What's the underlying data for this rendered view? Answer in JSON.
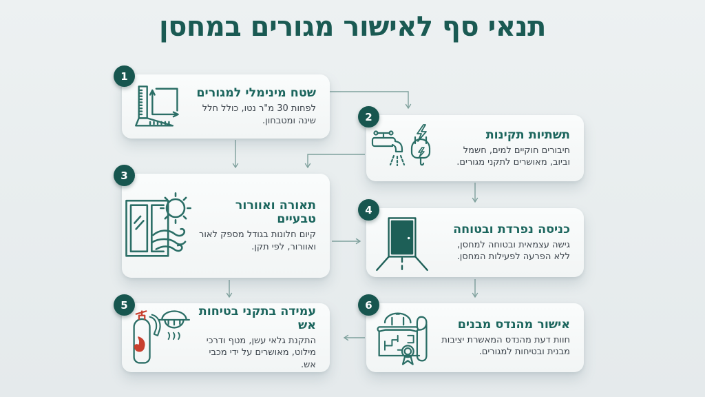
{
  "page": {
    "title": "תנאי סף לאישור מגורים במחסן",
    "background_color": "#e8edee",
    "title_color": "#1a5a53",
    "accent_teal": "#1b655d",
    "badge_color": "#17564f",
    "arrow_color": "#7fa19d",
    "red_accent": "#c8402f"
  },
  "cards": [
    {
      "number": "1",
      "title": "שטח מינימלי למגורים",
      "body": "לפחות 30 מ\"ר נטו, כולל חלל שינה ומטבחון.",
      "icon": "area-ruler-icon"
    },
    {
      "number": "2",
      "title": "תשתיות תקינות",
      "body": "חיבורים חוקיים למים, חשמל וביוב, מאושרים לתקני מגורים.",
      "icon": "faucet-plug-icon"
    },
    {
      "number": "3",
      "title": "תאורה ואוורור טבעיים",
      "body": "קיום חלונות בגודל מספק לאור ואוורור, לפי תקן.",
      "icon": "window-sun-wind-icon"
    },
    {
      "number": "4",
      "title": "כניסה נפרדת ובטוחה",
      "body": "גישה עצמאית ובטוחה למחסן, ללא הפרעה לפעילות המחסן.",
      "icon": "door-path-icon"
    },
    {
      "number": "5",
      "title": "עמידה בתקני בטיחות אש",
      "body": "התקנת גלאי עשן, מטף ודרכי מילוט, מאושרים על ידי מכבי אש.",
      "icon": "fire-extinguisher-smoke-detector-icon"
    },
    {
      "number": "6",
      "title": "אישור מהנדס מבנים",
      "body": "חוות דעת מהנדס המאשרת יציבות מבנית ובטיחות למגורים.",
      "icon": "hard-hat-blueprint-icon"
    }
  ],
  "connections": [
    "1→2",
    "1→3",
    "2→3",
    "2→4",
    "3→4",
    "3→5",
    "4→6",
    "6→5"
  ]
}
